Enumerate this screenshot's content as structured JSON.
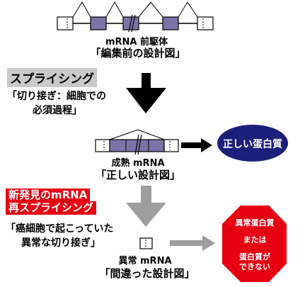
{
  "colors": {
    "exon": "#7b74a8",
    "utr": "#ffffff",
    "line": "#000000",
    "gray_arrow": "#9e9e9e",
    "navy": "#1b1f7a",
    "red": "#e60012",
    "label_gray": "#c9c9c9"
  },
  "pre_mrna": {
    "label_line1": "mRNA 前駆体",
    "label_line2": "「編集前の設計図」"
  },
  "splicing": {
    "label": "スプライシング",
    "desc_line1": "「切り接ぎ：細胞での",
    "desc_line2": "必須過程」"
  },
  "mature": {
    "label_line1": "成熟 mRNA",
    "label_line2": "「正しい設計図」"
  },
  "correct_protein": {
    "label": "正しい蛋白質"
  },
  "new_finding": {
    "line1": "新発見のmRNA",
    "line2": "再スプライシング",
    "desc_line1": "「癌細胞で起こっていた",
    "desc_line2": "異常な切り接ぎ」"
  },
  "abnormal": {
    "label_line1": "異常 mRNA",
    "label_line2": "「間違った設計図」"
  },
  "abnormal_protein": {
    "line1": "異常蛋白質",
    "line2": "または",
    "line3": "蛋白質が",
    "line4": "できない"
  }
}
